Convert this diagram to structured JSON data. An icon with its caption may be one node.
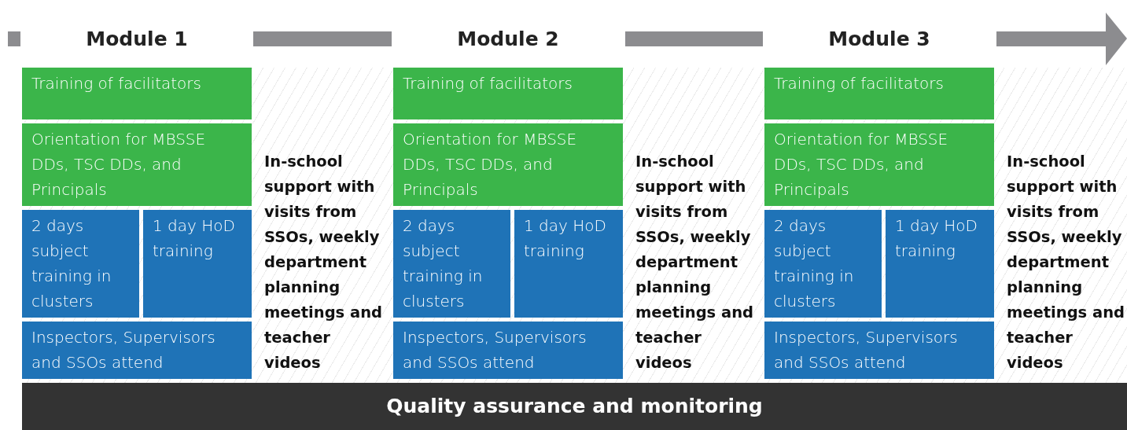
{
  "diagram": {
    "nodes": [
      {
        "text": [
          "Training of facilitators"
        ]
      },
      {
        "text": [
          "Orientation for MBSSE DDs, TSC DDs, and Principals"
        ]
      },
      {
        "text": [
          "2 days subject training in clusters"
        ]
      },
      {
        "text": [
          "1 day HoD training"
        ]
      },
      {
        "text": [
          "Inspectors, Supervisors and SSOs attend"
        ]
      },
      {
        "text": [
          "In-school support with visits from SSOs, weekly department planning meetings and teacher videos"
        ]
      },
      {
        "text": [
          "Training of facilitators"
        ]
      },
      {
        "text": [
          "Orientation for MBSSE DDs, TSC DDs, and Principals"
        ]
      },
      {
        "text": [
          "2 days subject training in clusters"
        ]
      },
      {
        "text": [
          "1 day HoD training"
        ]
      },
      {
        "text": [
          "Inspectors, Supervisors and SSOs attend"
        ]
      },
      {
        "text": [
          "In-school support with visits from SSOs, weekly department planning meetings and teacher videos"
        ]
      },
      {
        "text": [
          "Training of facilitators"
        ]
      },
      {
        "text": [
          "Orientation for MBSSE DDs, TSC DDs, and Principals"
        ]
      },
      {
        "text": [
          "2 days subject training in clusters"
        ]
      },
      {
        "text": [
          "1 day HoD training"
        ]
      },
      {
        "text": [
          "Inspectors, Supervisors and SSOs attend"
        ]
      },
      {
        "text": [
          "In-school support with visits from SSOs, weekly department planning meetings and teacher videos"
        ]
      },
      {
        "text": [
          "Quality assurance and monitoring"
        ]
      }
    ],
    "edges": [],
    "labels": [
      "Module 1",
      "Module 2",
      "Module 3"
    ]
  }
}
